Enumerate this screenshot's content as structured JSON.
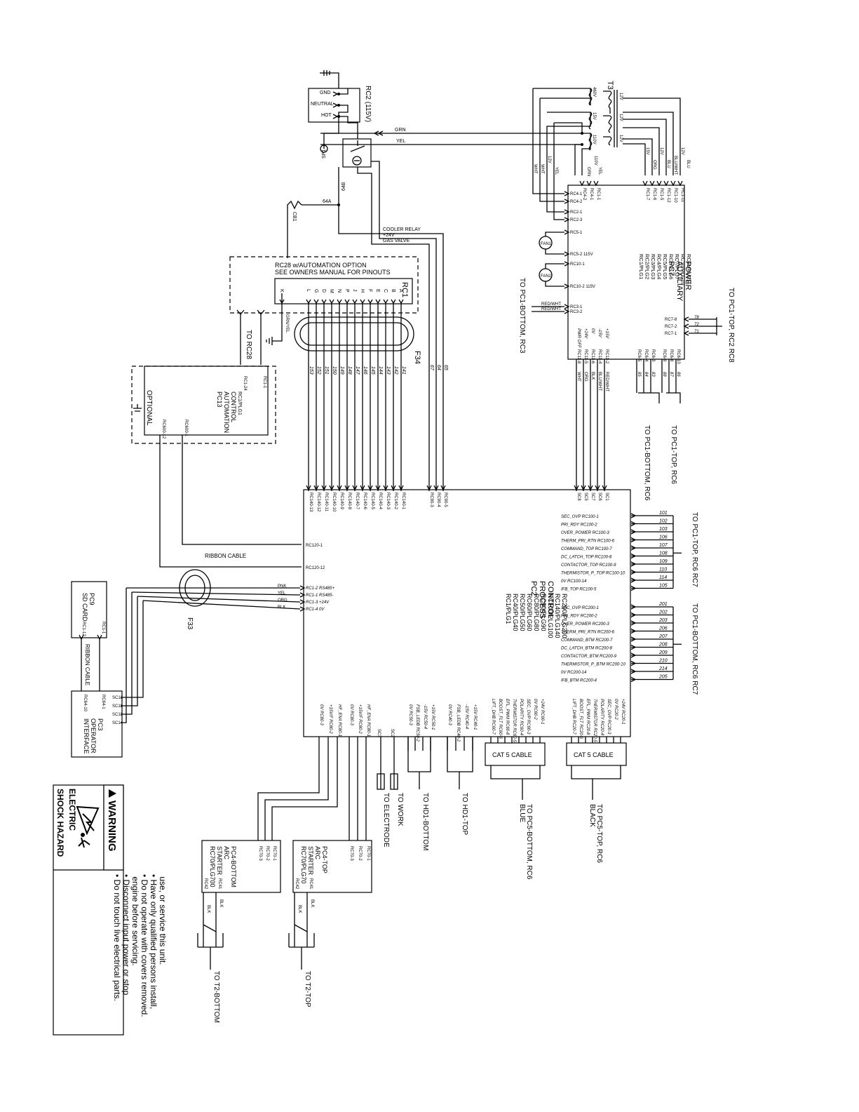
{
  "power": {
    "rc2_label": "RC2 (115V)",
    "gnd": "GND",
    "neutral": "NEUTRAL",
    "hot": "HOT",
    "grn": "GRN",
    "yel": "YEL",
    "sp1": "SP1",
    "w64": "64A",
    "w64b": "64B",
    "cb1": "CB1"
  },
  "transformer": {
    "name": "T3",
    "taps": [
      "460V",
      "15V",
      "110V",
      "12V",
      "12V",
      "12V"
    ],
    "wires": [
      "WHT",
      "WHT",
      "12V",
      "YEL",
      "GRN",
      "110V",
      "YEL",
      "15V",
      "ORG",
      "12V",
      "BLU",
      "BLU/WHT",
      "12V",
      "BLU"
    ]
  },
  "pc7": {
    "title": "PC7",
    "subtitle1": "AUXILIARY",
    "subtitle2": "POWER",
    "plugs": [
      "RC1/PLG1",
      "RC2/PLG2",
      "RC3/PLG3",
      "RC4/PLG4",
      "RC5/PLG5",
      "RC6/PLG6",
      "RC7/PLG7",
      "RC10/PLG10",
      "RC11/PLG11"
    ],
    "top_pins": [
      "RC1-1",
      "RC4-1",
      "RC4-2",
      "RC1-7",
      "RC1-6",
      "RC1-5",
      "RC1-12",
      "RC1-10",
      "RC1-11"
    ],
    "left_pins": [
      "RC4-1",
      "RC4-2",
      "RC2-1",
      "RC2-3",
      "RC5-1",
      "RC5-2 115V",
      "RC10-1",
      "RC10-2 115V",
      "RC3-1",
      "RC3-2"
    ],
    "right_pins": [
      "RC7-8",
      "RC7-2",
      "RC7-1"
    ],
    "right_wires": [
      "78",
      "72",
      "71"
    ],
    "to_pc1_top_rc2_rc8": "TO PC1-TOP, RC2 RC8",
    "to_pc1_bottom_rc3": "TO PC1-BOTTOM, RC3",
    "fan1": "FAN1",
    "fan2": "FAN2",
    "red_wht": "RED/WHT",
    "bottom_pins": [
      "RC11-8",
      "RC11-5",
      "RC11-6",
      "RC11-4",
      "RC11-2",
      "RC6-5",
      "RC6-4",
      "RC6-3",
      "RC6-9",
      "RC6-8",
      "RC6-10"
    ],
    "bottom_signals": [
      "PWR OFF",
      "+24V",
      "0V",
      "-15V",
      "+15V"
    ],
    "bottom_wires": [
      "WHT",
      "ORG",
      "BLK",
      "BLU/WHT",
      "RED/WHT"
    ],
    "rc6_wires": [
      "85",
      "84",
      "83",
      "88",
      "87",
      "86"
    ],
    "to_pc1_bottom_rc6": "TO PC1-BOTTOM, RC6",
    "to_pc1_top_rc6": "TO PC1-TOP, RC6"
  },
  "rc28": {
    "line1": "RC28 w/AUTOMATION OPTION",
    "line2": "SEE OWNERS MANUAL FOR PINOUTS",
    "rc1": "RC1",
    "pins": [
      "K",
      "L",
      "G",
      "D",
      "M",
      "N",
      "P",
      "J",
      "H",
      "F",
      "E",
      "C",
      "B",
      "A"
    ],
    "grn_yel": "GRN/YEL",
    "to_rc28": "TO RC28",
    "f34": "F34"
  },
  "pc13": {
    "title": "PC13",
    "line1": "AUTOMATION",
    "line2": "CONTROL",
    "line3": "RC1/PLG1",
    "optional": "OPTIONAL",
    "pins": [
      "RC1-24",
      "RC1-1"
    ],
    "bottom_pins": [
      "RC600-12",
      "RC600-1"
    ]
  },
  "relay_wires": {
    "cooler_relay": "COOLER RELAY",
    "plus24": "+24V",
    "gas_valve": "GAS VALVE",
    "numbers": [
      "67",
      "64",
      "65"
    ],
    "harness": [
      "153",
      "152",
      "151",
      "150",
      "149",
      "148",
      "147",
      "146",
      "145",
      "144",
      "143",
      "142",
      "141"
    ]
  },
  "pc2": {
    "title": "PC2",
    "line1": "PROCESS",
    "line2": "CONTROL",
    "plugs": [
      "RC1/PLG1",
      "RC40/PLG40",
      "RC50/PLG50",
      "RC60/PLG60",
      "RC80/PLG80",
      "RC90/PLG90",
      "RC100/PLG100",
      "RC140/PLG140",
      "RC200/PLG200"
    ],
    "top_pins_left": [
      "RC140-13",
      "RC140-12",
      "RC140-11",
      "RC140-10",
      "RC140-9",
      "RC140-8",
      "RC140-7",
      "RC140-6",
      "RC140-5",
      "RC140-4",
      "RC140-3",
      "RC140-2",
      "RC140-1"
    ],
    "top_pins_mid": [
      "RC90-3",
      "RC90-4",
      "RC90-5"
    ],
    "top_pins_right": [
      "SC8",
      "SC5",
      "SC7",
      "SC6",
      "SC1"
    ],
    "ribbon_cable": "RIBBON CABLE",
    "rc120_1": "RC120-1",
    "rc120_12": "RC120-12",
    "left_pins": [
      "RC1-2 RS485+",
      "RC1-1 RS485-",
      "RC1-3 +24V",
      "RC1-4 0V"
    ],
    "left_wires": [
      "PNK",
      "YEL",
      "ORG",
      "BLK"
    ],
    "f33": "F33"
  },
  "rc100": {
    "signals": [
      "SEC_OVP RC100-1",
      "PRI_RDY RC100-2",
      "OVER_POWER RC100-3",
      "THERM_PRI_RTN RC100-6",
      "COMMAND_TOP RC100-7",
      "DC_LATCH_TOP RC100-8",
      "CONTACTOR_TOP RC100-9",
      "THERMISTOR_P_TOP RC100-10",
      "0V RC100-14",
      "IFB_TOP RC100-5"
    ],
    "wires": [
      "101",
      "102",
      "103",
      "106",
      "107",
      "108",
      "109",
      "110",
      "114",
      "105"
    ],
    "to": "TO PC1-TOP, RC6 RC7"
  },
  "rc200": {
    "signals": [
      "SEC_OVP RC200-1",
      "PRI_RDY RC200-2",
      "OVER_POWER RC200-3",
      "THERM_PRI_RTN RC200-6",
      "COMMAND_BTM RC200-7",
      "DC_LATCH_BTM RC200-8",
      "CONTACTOR_BTM RC200-9",
      "THERMISTOR_P_BTM RC200-10",
      "0V RC200-14",
      "IFB_BTM RC200-4"
    ],
    "wires": [
      "201",
      "202",
      "203",
      "206",
      "207",
      "208",
      "209",
      "210",
      "214",
      "205"
    ],
    "to": "TO PC1-BOTTOM, RC6 RC7"
  },
  "pc9": {
    "title": "PC9",
    "line1": "SD CARD",
    "pins": [
      "RC1-12",
      "RC1-1"
    ],
    "ribbon": "RIBBON CABLE"
  },
  "pc3": {
    "title": "PC3",
    "line1": "OPERATOR",
    "line2": "INTERFACE",
    "pins": [
      "RC64-10",
      "RC64-1"
    ],
    "sc": [
      "SC12",
      "SC11",
      "SC13",
      "SC14"
    ]
  },
  "bottom": {
    "cat5_left": "CAT 5 CABLE",
    "cat5_right": "CAT 5 CABLE",
    "to_electrode": "TO ELECTRODE",
    "to_work": "TO WORK",
    "to_hd1_bottom": "TO HD1-BOTTOM",
    "to_hd1_top": "TO HD1-TOP",
    "to_pc5_bottom": "TO PC5-BOTTOM, RC6",
    "blue": "BLUE",
    "to_pc5_top": "TO PC5-TOP, RC6",
    "black": "BLACK",
    "sc_labels": [
      "SC3",
      "SC2"
    ],
    "wht": "WHT",
    "blk": "BLK",
    "pin_labels_left": [
      "0V RC80-3",
      "+15V/F RC80-2",
      "HF_ENA RC80-1",
      "0V RC80-3",
      "+15V/F RC80-2",
      "HF_ENA RC80-1"
    ],
    "hd_pins": [
      "0V RC50-3",
      "FSB_LEDB RC50-2",
      "-15V RC50-4",
      "+15V RC50-1",
      "0V RC40-3",
      "FSB_LEDB RC40-2",
      "-15V RC40-4",
      "+15V RC40-1"
    ],
    "cat5_pins_a": [
      "LIFT_DHB RC60-7",
      "BOOST_FLT RC60-6",
      "EFL_PWM RC60-8",
      "THERMISTOR RC60-5",
      "POLARITY RC60-4",
      "SEC_OVP RC60-3",
      "0V RC60-2",
      "+24V RC60-1"
    ],
    "cat5_pins_b": [
      "LIFT_DHB RC20-7",
      "BOOST_FLT RC20-6",
      "EFL_PWM RC20-8",
      "THERMISTOR RC20-5",
      "POLARITY RC20-4",
      "SEC_OVP RC20-3",
      "0V RC20-2",
      "+24V RC20-1"
    ]
  },
  "pc4_bottom": {
    "title": "PC4-BOTTOM",
    "line1": "ARC",
    "line2": "STARTER",
    "line3": "RC70/PLG700",
    "pins": [
      "RC70-3",
      "RC70-2",
      "RC70-1"
    ],
    "bottom_pins": [
      "RC42",
      "RC41"
    ],
    "wire": "BLK",
    "to": "TO T2-BOTTOM"
  },
  "pc4_top": {
    "title": "PC4-TOP",
    "line1": "ARC",
    "line2": "STARTER",
    "line3": "RC70/PLG70",
    "pins": [
      "RC70-3",
      "RC70-2",
      "RC70-1"
    ],
    "bottom_pins": [
      "RC42",
      "RC41"
    ],
    "wire": "BLK",
    "to": "TO T2-TOP"
  },
  "warning": {
    "title": "WARNING",
    "subtitle1": "ELECTRIC",
    "subtitle2": "SHOCK HAZARD",
    "items": [
      "Do not touch live electrical parts.",
      "Disconnect input power or stop engine before servicing.",
      "Do not operate with covers removed.",
      "Have only qualified persons install, use, or service this unit."
    ]
  }
}
